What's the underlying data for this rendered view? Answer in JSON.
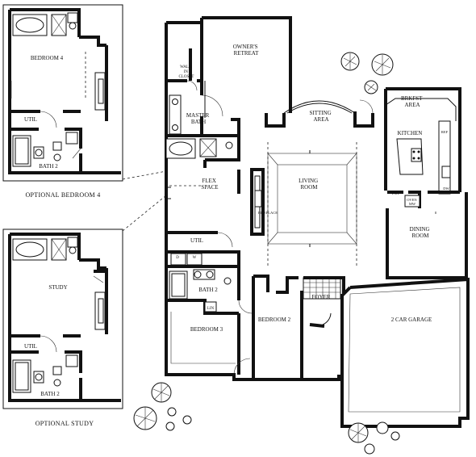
{
  "plan": {
    "rooms": {
      "owners_retreat": [
        "OWNER'S",
        "RETREAT"
      ],
      "walk_in_closet": [
        "WALK",
        "IN",
        "CLOSET"
      ],
      "master_bath": [
        "MASTER",
        "BATH"
      ],
      "sitting_area": [
        "SITTING",
        "AREA"
      ],
      "brkfst_area": [
        "BRKFST",
        "AREA"
      ],
      "kitchen": "KITCHEN",
      "ref": "REF",
      "dw": "DW",
      "pan": "PAN",
      "oven_mw": [
        "OVEN",
        "MW"
      ],
      "flex_space": [
        "FLEX",
        "SPACE"
      ],
      "living_room": [
        "LIVING",
        "ROOM"
      ],
      "fireplace": "FIREPLACE",
      "dining_room": [
        "DINING",
        "ROOM"
      ],
      "util": "UTIL",
      "d": "D",
      "w": "W",
      "bath_2": "BATH 2",
      "lin": "LIN",
      "bedroom_3": "BEDROOM 3",
      "bedroom_2": "BEDROOM 2",
      "foyer": "FOYER",
      "garage": "2 CAR GARAGE"
    }
  },
  "insets": {
    "bedroom4": {
      "caption": "OPTIONAL BEDROOM 4",
      "room": "BEDROOM 4",
      "util": "UTIL",
      "bath": "BATH 2"
    },
    "study": {
      "caption": "OPTIONAL STUDY",
      "room": "STUDY",
      "util": "UTIL",
      "bath": "BATH 2"
    }
  }
}
